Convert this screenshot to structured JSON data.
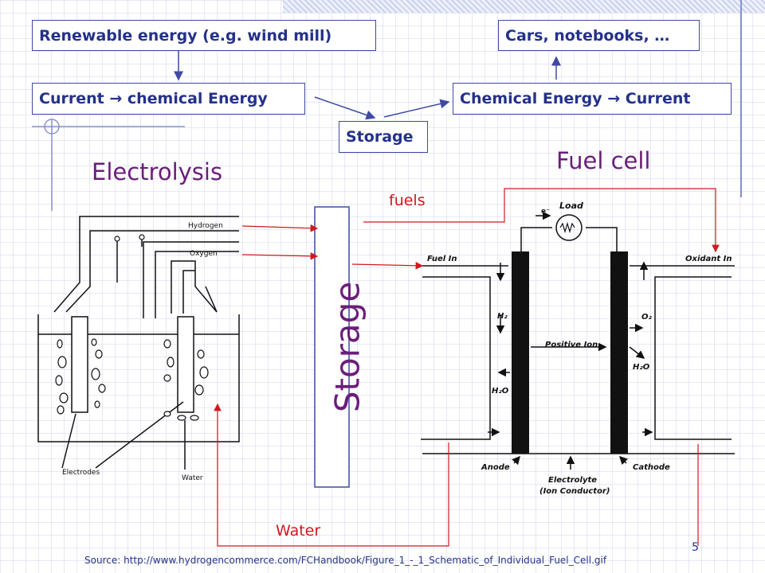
{
  "flow": {
    "renewable": "Renewable energy (e.g. wind mill)",
    "current_to_chemical": "Current → chemical Energy",
    "storage_small": "Storage",
    "chemical_to_current": "Chemical Energy → Current",
    "consumers": "Cars, notebooks, …"
  },
  "headings": {
    "electrolysis": "Electrolysis",
    "fuel_cell": "Fuel cell",
    "storage_big": "Storage",
    "fuels": "fuels",
    "water": "Water"
  },
  "electrolysis_diagram": {
    "hydrogen": "Hydrogen",
    "oxygen": "Oxygen",
    "electrodes": "Electrodes",
    "water": "Water"
  },
  "fuelcell_diagram": {
    "load": "Load",
    "electron": "e⁻",
    "fuel_in": "Fuel In",
    "oxidant_in": "Oxidant In",
    "h2": "H₂",
    "o2": "O₂",
    "h2o_left": "H₂O",
    "h2o_right": "H₂O",
    "positive_ion": "Positive Ion",
    "anode": "Anode",
    "cathode": "Cathode",
    "electrolyte": "Electrolyte",
    "ion_conductor": "(Ion Conductor)"
  },
  "footer": {
    "source": "Source:  http://www.hydrogencommerce.com/FCHandbook/Figure_1_-_1_Schematic_of_Individual_Fuel_Cell.gif",
    "page_number": "5"
  },
  "colors": {
    "box_text": "#24318a",
    "heading_purple": "#6a1e7a",
    "red_label": "#d0181e",
    "arrow_blue": "#3f4aa0"
  }
}
